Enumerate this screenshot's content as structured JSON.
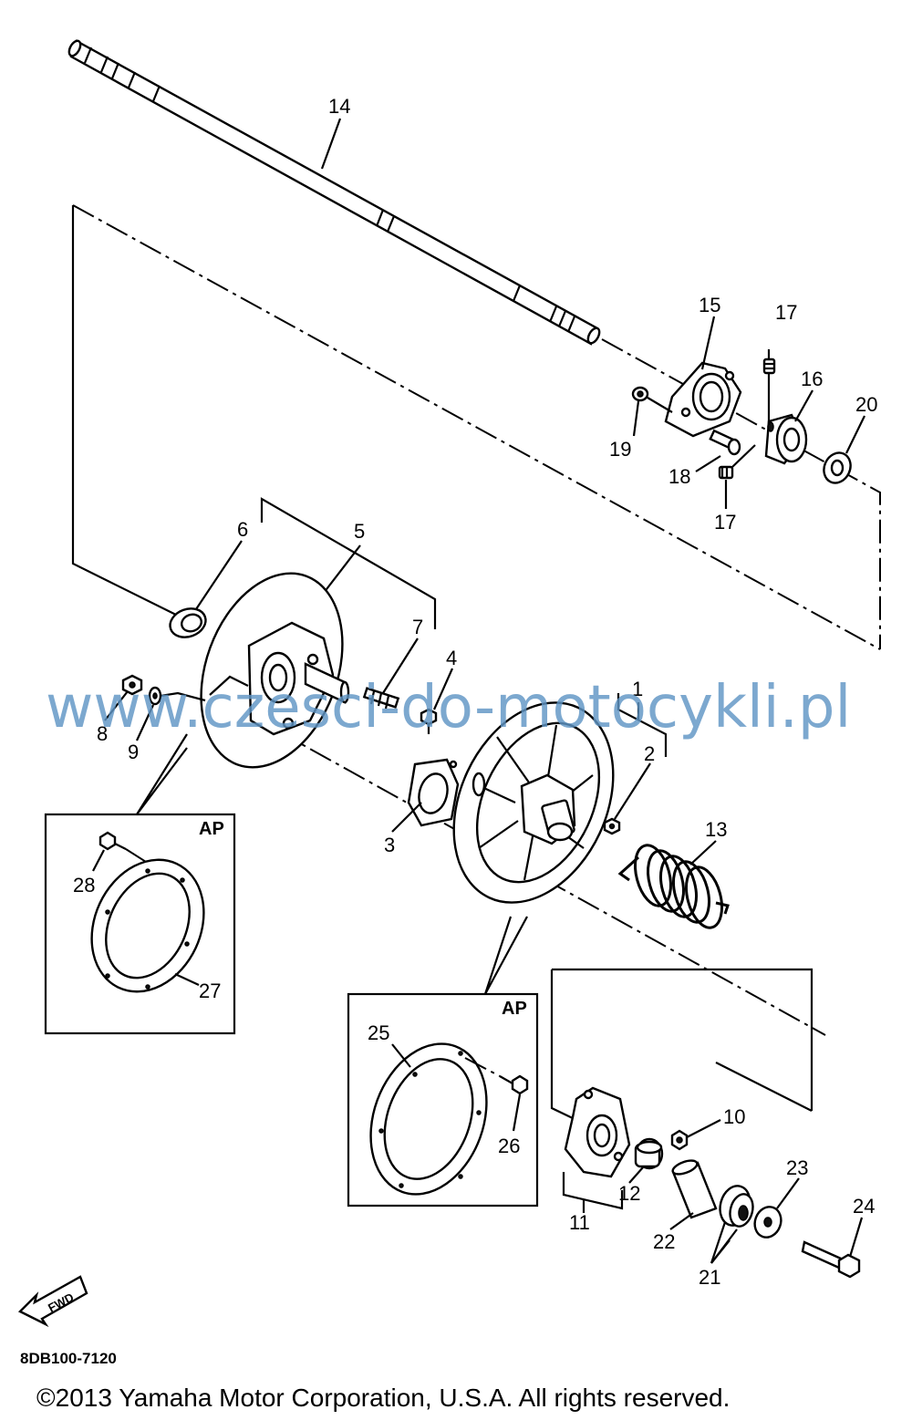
{
  "callouts": [
    {
      "id": "1",
      "label": "1"
    },
    {
      "id": "2",
      "label": "2"
    },
    {
      "id": "3",
      "label": "3"
    },
    {
      "id": "4",
      "label": "4"
    },
    {
      "id": "5",
      "label": "5"
    },
    {
      "id": "6",
      "label": "6"
    },
    {
      "id": "7",
      "label": "7"
    },
    {
      "id": "8",
      "label": "8"
    },
    {
      "id": "9",
      "label": "9"
    },
    {
      "id": "10",
      "label": "10"
    },
    {
      "id": "11",
      "label": "11"
    },
    {
      "id": "12",
      "label": "12"
    },
    {
      "id": "13",
      "label": "13"
    },
    {
      "id": "14",
      "label": "14"
    },
    {
      "id": "15",
      "label": "15"
    },
    {
      "id": "16",
      "label": "16"
    },
    {
      "id": "17a",
      "label": "17"
    },
    {
      "id": "17b",
      "label": "17"
    },
    {
      "id": "18",
      "label": "18"
    },
    {
      "id": "19",
      "label": "19"
    },
    {
      "id": "20",
      "label": "20"
    },
    {
      "id": "21",
      "label": "21"
    },
    {
      "id": "22",
      "label": "22"
    },
    {
      "id": "23",
      "label": "23"
    },
    {
      "id": "24",
      "label": "24"
    },
    {
      "id": "25",
      "label": "25"
    },
    {
      "id": "26",
      "label": "26"
    },
    {
      "id": "27",
      "label": "27"
    },
    {
      "id": "28",
      "label": "28"
    }
  ],
  "inset_left": {
    "tag": "AP"
  },
  "inset_right": {
    "tag": "AP"
  },
  "watermark": "www.czesci-do-motocykli.pl",
  "fwd_label": "FWD",
  "diagram_code": "8DB100-7120",
  "copyright": "©2013 Yamaha Motor Corporation, U.S.A. All rights reserved."
}
